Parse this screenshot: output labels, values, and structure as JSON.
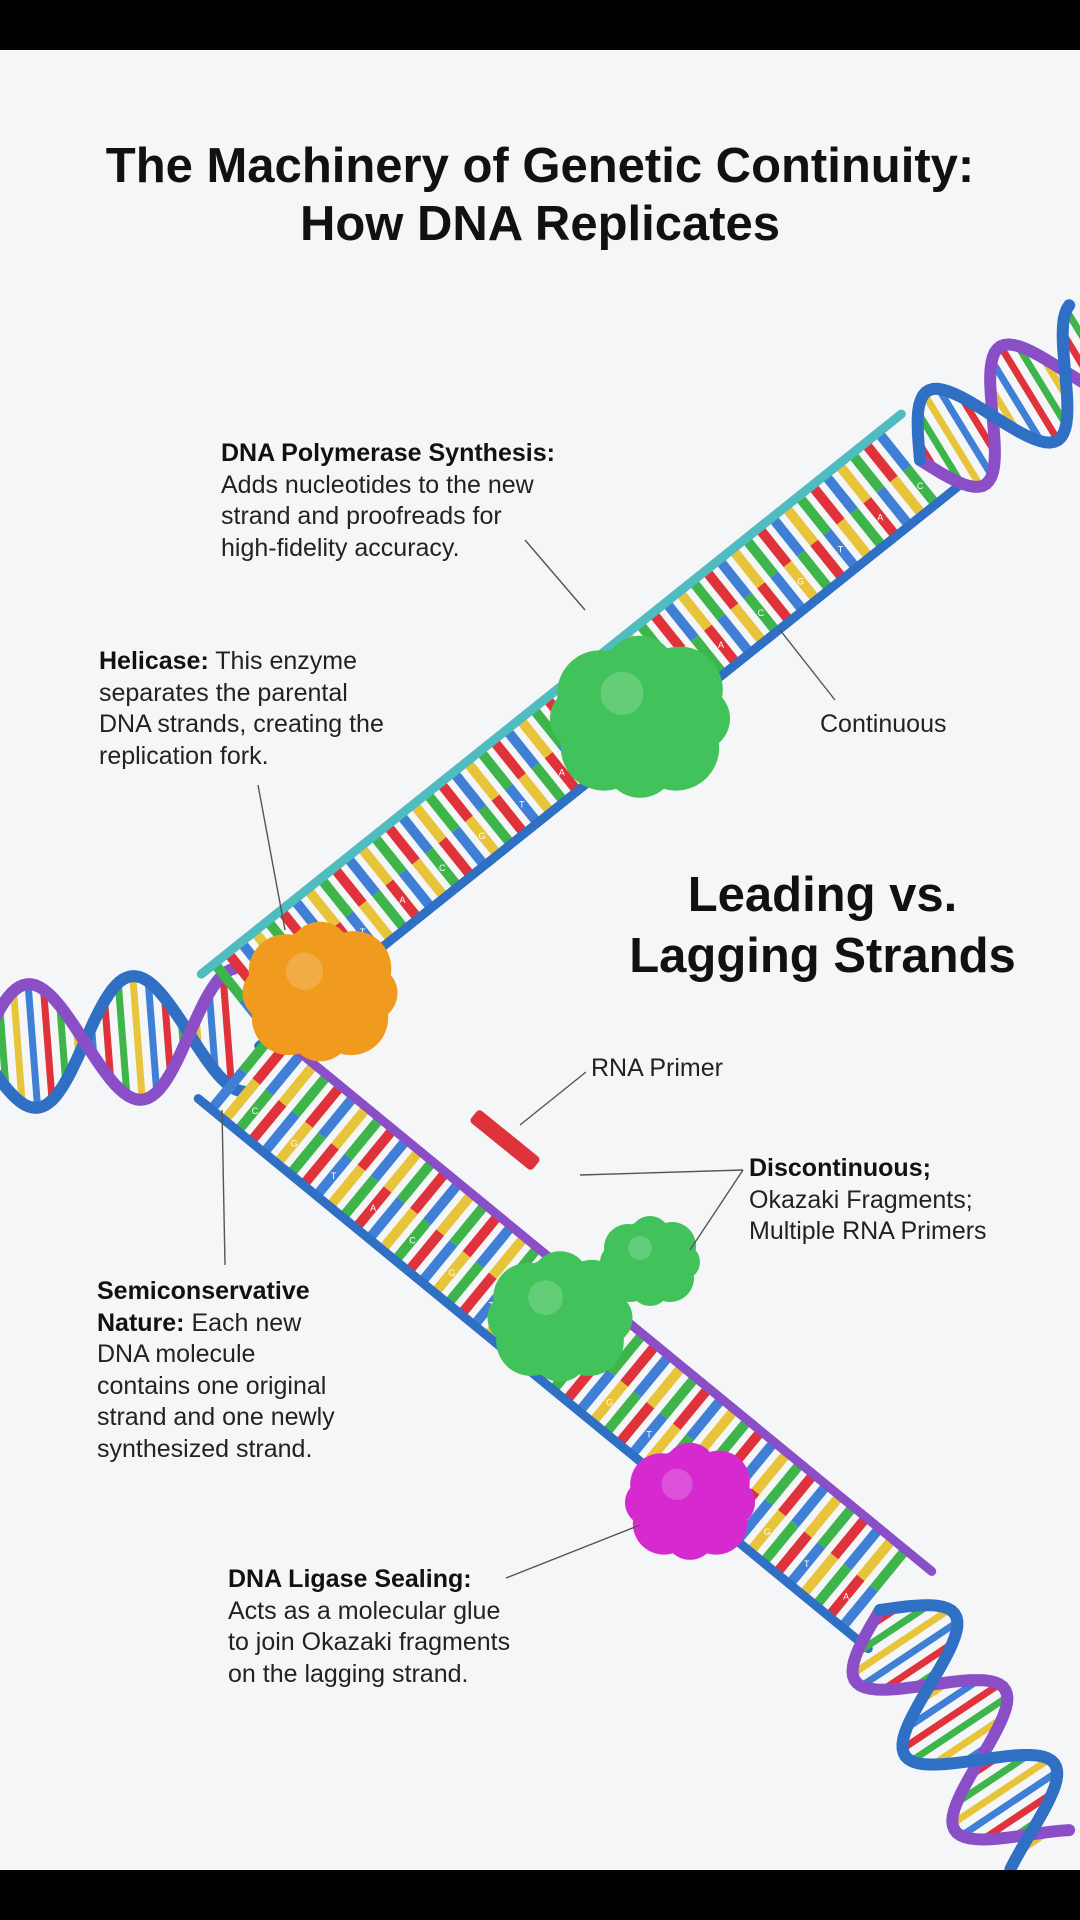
{
  "title": {
    "line1": "The Machinery of Genetic Continuity:",
    "line2": "How DNA Replicates"
  },
  "section_heading": {
    "line1": "Leading vs.",
    "line2": "Lagging Strands"
  },
  "annotations": {
    "polymerase": {
      "heading": "DNA Polymerase Synthesis:",
      "body": [
        "Adds nucleotides to the new",
        "strand and proofreads for",
        "high-fidelity accuracy."
      ]
    },
    "helicase": {
      "heading": "Helicase:",
      "body_first": " This enzyme",
      "body": [
        "separates the parental",
        "DNA strands, creating the",
        "replication fork."
      ]
    },
    "semiconservative": {
      "heading1": "Semiconservative",
      "heading2": "Nature:",
      "body_first": " Each new",
      "body": [
        "DNA molecule",
        "contains one original",
        "strand and one newly",
        "synthesized strand."
      ]
    },
    "ligase": {
      "heading": "DNA Ligase Sealing:",
      "body": [
        "Acts as a molecular glue",
        "to join Okazaki fragments",
        "on the lagging strand."
      ]
    },
    "discontinuous": {
      "heading": "Discontinuous;",
      "body": [
        "Okazaki Fragments;",
        "Multiple RNA Primers"
      ]
    }
  },
  "labels": {
    "continuous": "Continuous",
    "rna_primer": "RNA Primer"
  },
  "colors": {
    "backbone_blue": "#2f6fc4",
    "backbone_purple": "#8a4fc6",
    "backbone_teal": "#4fbcc0",
    "base_red": "#e0323a",
    "base_green": "#3db54a",
    "base_yellow": "#e8c43a",
    "base_blue": "#3f7fd6",
    "helicase_orange": "#f09a1e",
    "polymerase_green": "#42c25a",
    "ligase_magenta": "#d62ad0"
  },
  "base_letters": [
    "A",
    "T",
    "G",
    "C"
  ]
}
